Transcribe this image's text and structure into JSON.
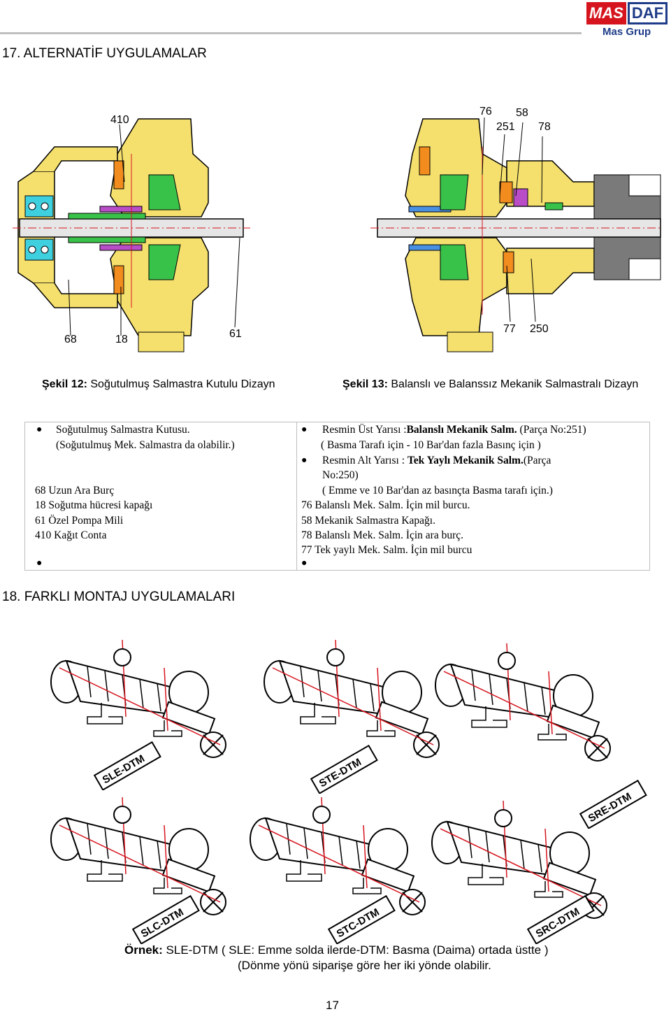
{
  "header": {
    "logo_left": "MAS",
    "logo_right": "DAF",
    "logo_sub": "Mas Grup"
  },
  "section17": {
    "title": "17. ALTERNATİF UYGULAMALAR"
  },
  "figure12": {
    "labels": [
      "410",
      "68",
      "18",
      "61"
    ],
    "caption_bold": "Şekil 12:",
    "caption_text": " Soğutulmuş Salmastra Kutulu Dizayn"
  },
  "figure13": {
    "labels": [
      "76",
      "58",
      "251",
      "78",
      "77",
      "250"
    ],
    "caption_bold": "Şekil 13:",
    "caption_text": " Balanslı ve Balanssız Mekanik Salmastralı Dizayn"
  },
  "parts_table": {
    "left": {
      "l1": "Soğutulmuş Salmastra Kutusu.",
      "l2": "(Soğutulmuş Mek. Salmastra da olabilir.)",
      "l3": "68  Uzun Ara Burç",
      "l4": "18  Soğutma hücresi kapağı",
      "l5": "61  Özel Pompa Mili",
      "l6": "410 Kağıt Conta"
    },
    "right": {
      "l1a": "Resmin Üst Yarısı :",
      "l1b": "Balanslı Mekanik Salm.",
      "l1c": " (Parça No:251)",
      "l2": "( Basma Tarafı için - 10 Bar'dan fazla Basınç için  )",
      "l3a": "Resmin Alt Yarısı  : ",
      "l3b": "Tek Yaylı Mekanik Salm.",
      "l3c": "(Parça",
      "l4": "No:250)",
      "l5": "( Emme  ve 10 Bar'dan  az basınçta Basma tarafı için.)",
      "l6": "76   Balanslı Mek. Salm. İçin mil burcu.",
      "l7": "58   Mekanik Salmastra   Kapağı.",
      "l8": "78   Balanslı Mek. Salm. İçin ara burç.",
      "l9": "77   Tek yaylı Mek. Salm. İçin mil burcu"
    }
  },
  "section18": {
    "title": "18. FARKLI MONTAJ UYGULAMALARI"
  },
  "pumps": [
    "SLE-DTM",
    "STE-DTM",
    "SRE-DTM",
    "SLC-DTM",
    "STC-DTM",
    "SRC-DTM"
  ],
  "note": {
    "bold": "Örnek:",
    "line1": " SLE-DTM ( SLE: Emme solda ilerde-DTM: Basma (Daima) ortada üstte )",
    "line2": "(Dönme yönü siparişe göre her iki yönde olabilir."
  },
  "page_number": "17",
  "colors": {
    "accent_red": "#d6141e",
    "brand_blue": "#1f3c88",
    "casing_yellow": "#f5e06e",
    "shaft_green": "#39c24a",
    "part_orange": "#f28c1e",
    "part_purple": "#b84dc7",
    "part_blue": "#4a90e2",
    "part_cyan": "#3fd0e0",
    "flange_gray": "#7a7a7a"
  }
}
